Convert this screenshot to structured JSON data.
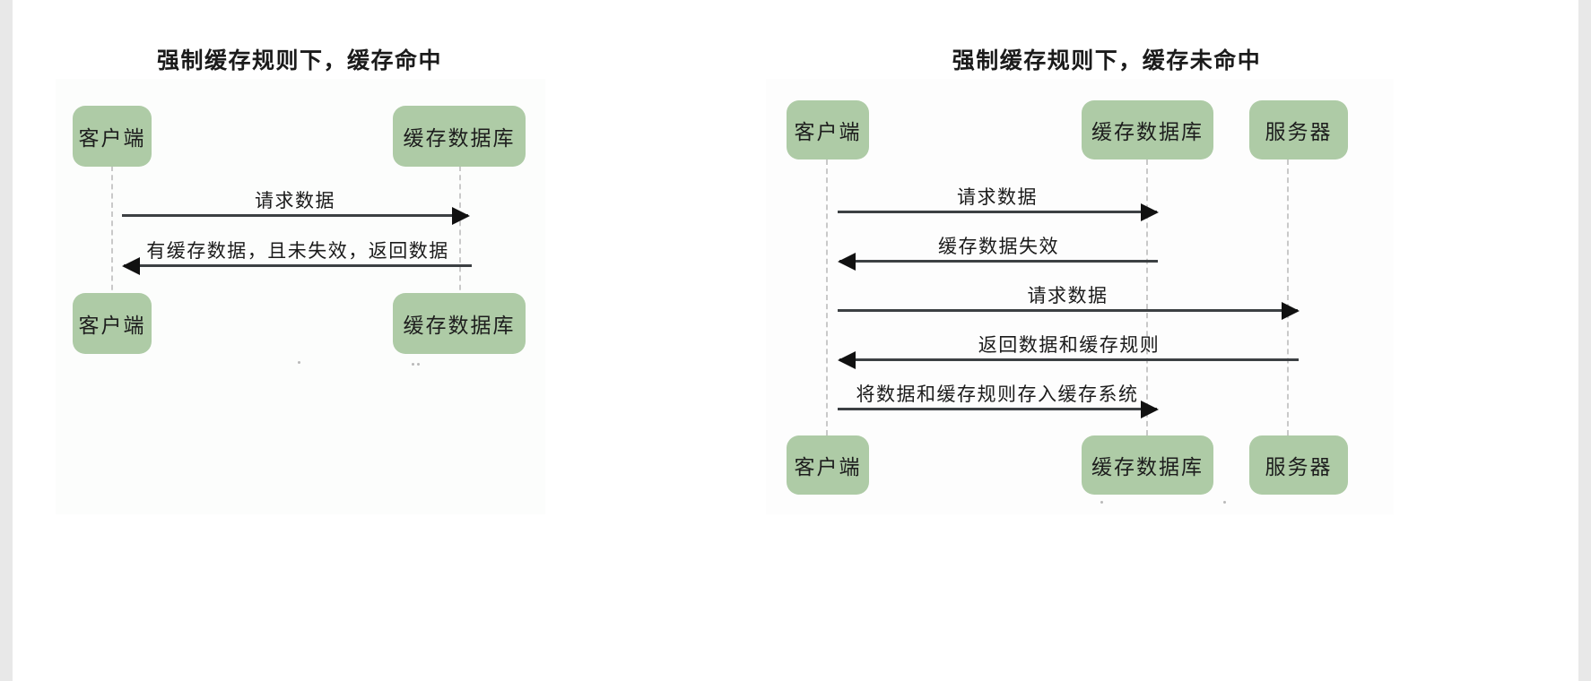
{
  "theme": {
    "actor_fill": "#aecba6",
    "lifeline": "#c9c9c9",
    "arrow": "#3c4043",
    "text": "#1b1b1b",
    "page_bg": "#ffffff",
    "outer_bg": "#e8e8e8"
  },
  "diagrams": [
    {
      "id": "cache-hit",
      "title": "强制缓存规则下，缓存命中",
      "actors": [
        {
          "name": "客户端"
        },
        {
          "name": "缓存数据库"
        }
      ],
      "footer_actors": [
        {
          "name": "客户端"
        },
        {
          "name": "缓存数据库"
        }
      ],
      "messages": [
        {
          "label": "请求数据",
          "from": "客户端",
          "to": "缓存数据库",
          "direction": "right"
        },
        {
          "label": "有缓存数据，且未失效，返回数据",
          "from": "缓存数据库",
          "to": "客户端",
          "direction": "left"
        }
      ]
    },
    {
      "id": "cache-miss",
      "title": "强制缓存规则下，缓存未命中",
      "actors": [
        {
          "name": "客户端"
        },
        {
          "name": "缓存数据库"
        },
        {
          "name": "服务器"
        }
      ],
      "footer_actors": [
        {
          "name": "客户端"
        },
        {
          "name": "缓存数据库"
        },
        {
          "name": "服务器"
        }
      ],
      "messages": [
        {
          "label": "请求数据",
          "from": "客户端",
          "to": "缓存数据库",
          "direction": "right"
        },
        {
          "label": "缓存数据失效",
          "from": "缓存数据库",
          "to": "客户端",
          "direction": "left"
        },
        {
          "label": "请求数据",
          "from": "客户端",
          "to": "服务器",
          "direction": "right"
        },
        {
          "label": "返回数据和缓存规则",
          "from": "服务器",
          "to": "客户端",
          "direction": "left"
        },
        {
          "label": "将数据和缓存规则存入缓存系统",
          "from": "客户端",
          "to": "缓存数据库",
          "direction": "right"
        }
      ]
    }
  ]
}
